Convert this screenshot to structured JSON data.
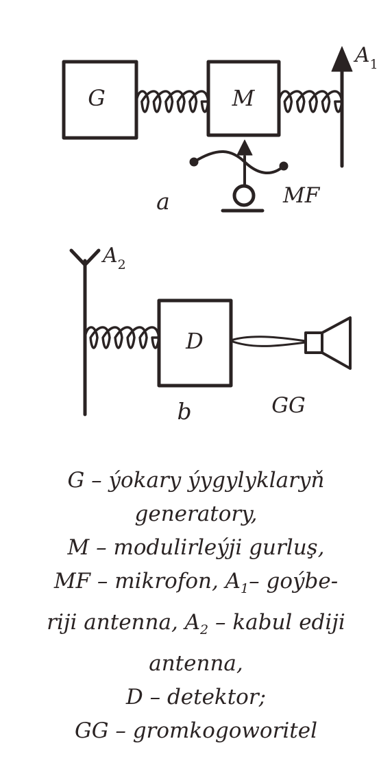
{
  "diagram_a": {
    "caption": "a",
    "generator_label": "G",
    "modulator_label": "M",
    "microphone_label": "MF",
    "antenna_letter": "A",
    "antenna_sub": "1"
  },
  "diagram_b": {
    "caption": "b",
    "detector_label": "D",
    "loudspeaker_label": "GG",
    "antenna_letter": "A",
    "antenna_sub": "2"
  },
  "legend": {
    "l1": "G – ýokary ýygylyklaryň",
    "l2": "generatory,",
    "l3": "M – modulirleýji gurluş,",
    "l4_a": "MF – mikrofon, A",
    "l4_sub": "1",
    "l4_b": "– goýbe-",
    "l5_a": "riji antenna, A",
    "l5_sub": "2",
    "l5_b": " – kabul ediji",
    "l6": "antenna,",
    "l7": "D – detektor;",
    "l8": "GG – gromkogoworitel"
  },
  "colors": {
    "ink": "#2a2323",
    "background": "#ffffff"
  }
}
